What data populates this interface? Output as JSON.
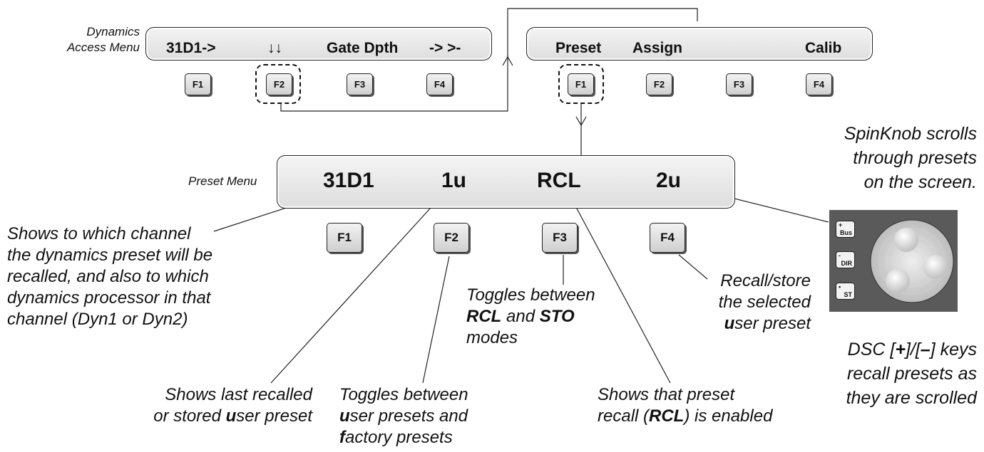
{
  "dynamics_menu": {
    "label_line1": "Dynamics",
    "label_line2": "Access Menu",
    "items": [
      "31D1->",
      "↓↓",
      "Gate Dpth",
      "-> >-"
    ],
    "keys": [
      "F1",
      "F2",
      "F3",
      "F4"
    ]
  },
  "top_right_menu": {
    "items": [
      "Preset",
      "Assign",
      "Calib"
    ],
    "keys": [
      "F1",
      "F2",
      "F3",
      "F4"
    ]
  },
  "preset_menu": {
    "label": "Preset Menu",
    "items": [
      "31D1",
      "1u",
      "RCL",
      "2u"
    ],
    "keys": [
      "F1",
      "F2",
      "F3",
      "F4"
    ]
  },
  "annotations": {
    "channel": [
      "Shows to which channel",
      "the dynamics preset will be",
      "recalled, and also to which",
      "dynamics processor in that",
      "channel (Dyn1 or Dyn2)"
    ],
    "last_recalled": {
      "l1": "Shows last recalled",
      "l2a": "or stored ",
      "l2b": "u",
      "l2c": "ser preset"
    },
    "toggle_user": {
      "l1": "Toggles between",
      "l2a": "u",
      "l2b": "ser presets and",
      "l3a": "f",
      "l3b": "actory presets"
    },
    "toggle_rcl": {
      "l1": "Toggles between",
      "l2a": "RCL",
      "l2b": " and ",
      "l2c": "STO",
      "l3": "modes"
    },
    "recall_enabled": {
      "l1": "Shows that preset",
      "l2a": "recall (",
      "l2b": "RCL",
      "l2c": ") is enabled"
    },
    "recall_store": {
      "l1": "Recall/store",
      "l2": "the selected",
      "l3a": "u",
      "l3b": "ser preset"
    },
    "spinknob": [
      "SpinKnob scrolls",
      "through presets",
      "on the screen."
    ],
    "dsc": {
      "l1a": "DSC [",
      "l1b": "+",
      "l1c": "]/[",
      "l1d": "–",
      "l1e": "] keys",
      "l2": "recall presets as",
      "l3": "they are scrolled"
    }
  },
  "knob_keys": [
    {
      "sym": "+",
      "name": "Bus"
    },
    {
      "sym": "-",
      "name": "DIR"
    },
    {
      "sym": "•",
      "name": "ST"
    }
  ]
}
